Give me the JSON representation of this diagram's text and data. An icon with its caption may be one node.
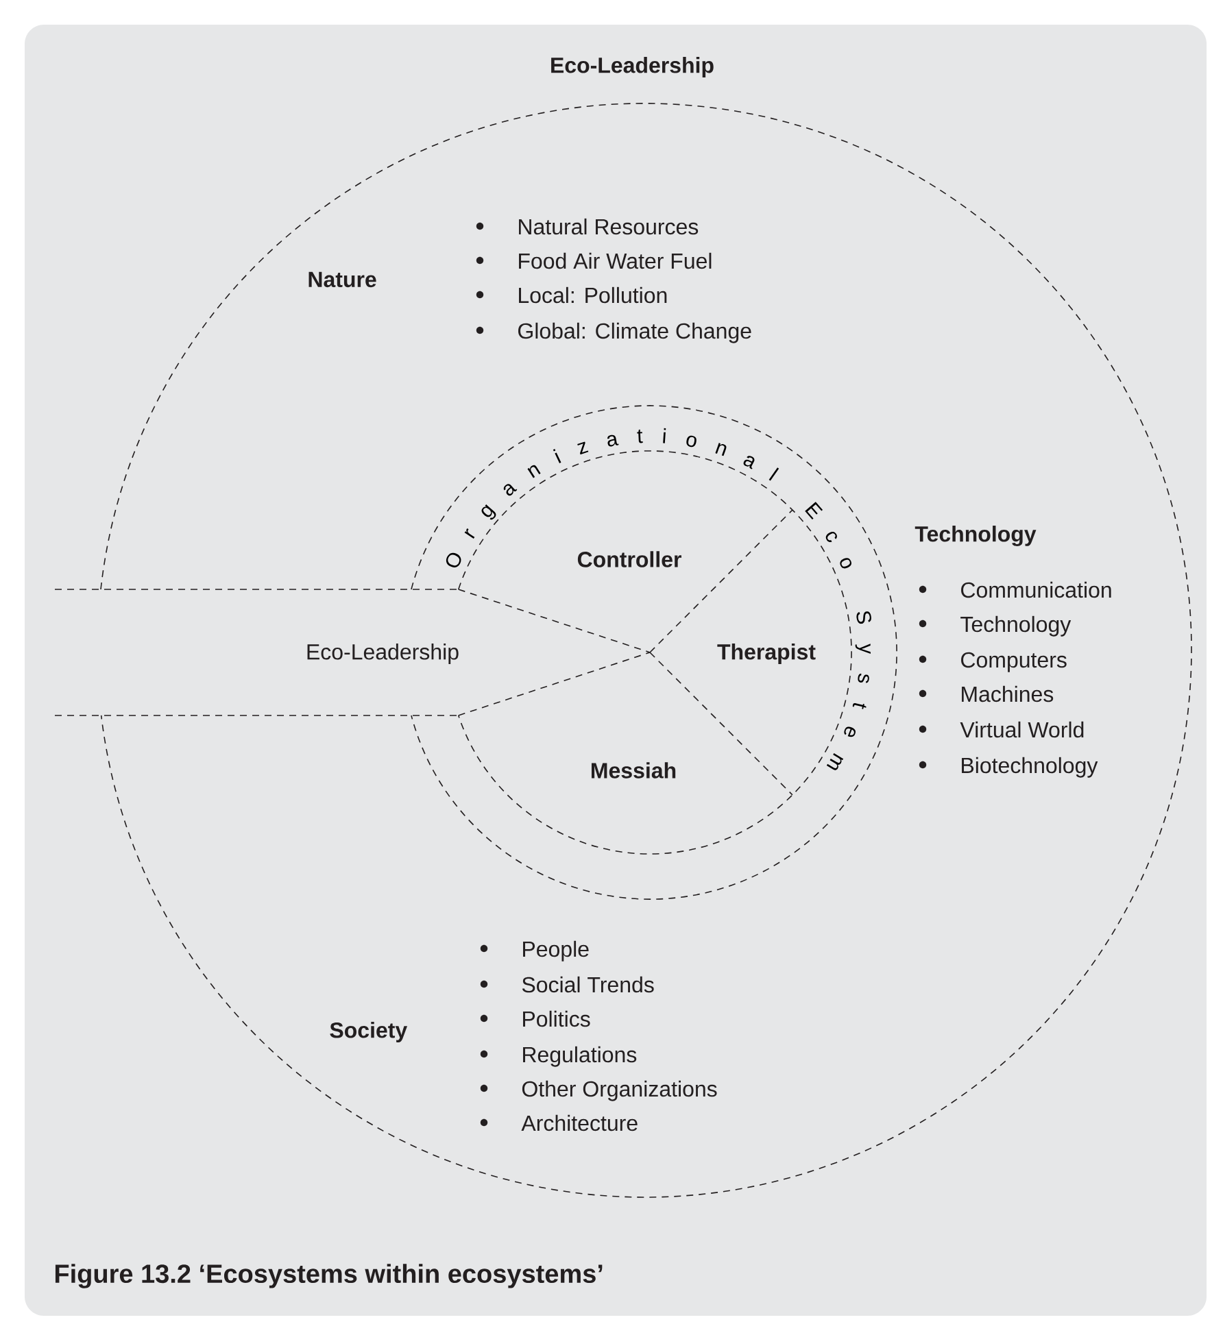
{
  "diagram": {
    "caption": "Figure 13.2   ‘Ecosystems within ecosystems’",
    "nodes": [
      {
        "text": [
          "Eco-Leadership"
        ]
      },
      {
        "text": [
          "Eco-Leadership"
        ]
      },
      {
        "text": [
          "Organizational Eco System"
        ],
        "in": 0
      },
      {
        "text": [
          "Controller"
        ],
        "in": 2
      },
      {
        "text": [
          "Therapist"
        ],
        "in": 2
      },
      {
        "text": [
          "Messiah"
        ],
        "in": 2
      }
    ],
    "edges": [],
    "labels": [
      "Natural Resources",
      "Food Air Water Fuel",
      "Nature",
      "Local: Pollution",
      "Global: Climate Change",
      "Technology",
      "Communication",
      "Technology",
      "Computers",
      "Machines",
      "Virtual World",
      "Biotechnology",
      "People",
      "Social Trends",
      "Politics",
      "Society",
      "Regulations",
      "Other Organizations",
      "Architecture"
    ]
  }
}
